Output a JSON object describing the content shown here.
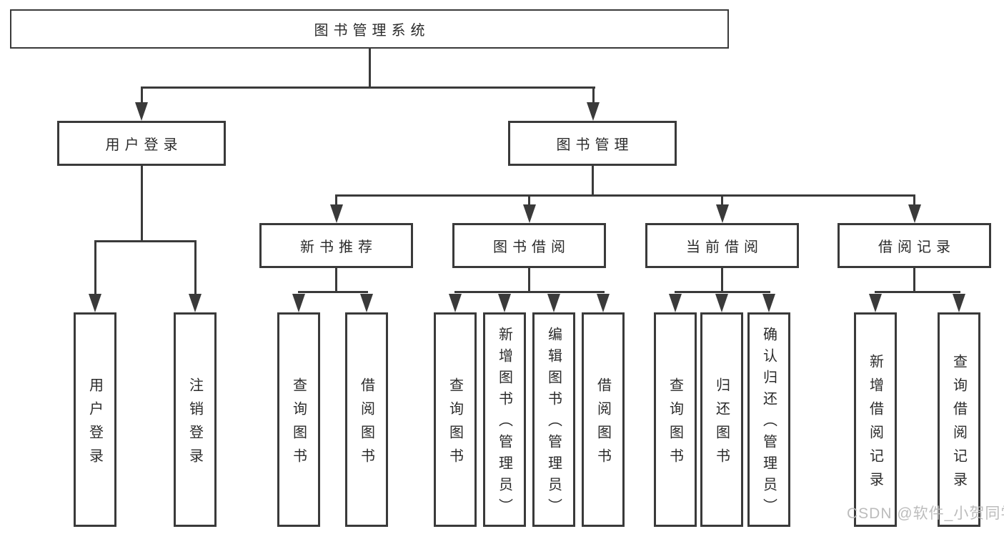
{
  "diagram": {
    "root": {
      "label": "图书管理系统"
    },
    "level2": [
      {
        "label": "用户登录"
      },
      {
        "label": "图书管理"
      }
    ],
    "level3": [
      {
        "label": "新书推荐"
      },
      {
        "label": "图书借阅"
      },
      {
        "label": "当前借阅"
      },
      {
        "label": "借阅记录"
      }
    ],
    "leaves": {
      "user_login": [
        "用户登录",
        "注销登录"
      ],
      "new_book": [
        "查询图书",
        "借阅图书"
      ],
      "book_borrow": [
        "查询图书",
        "新增图书（管理员）",
        "编辑图书（管理员）",
        "借阅图书"
      ],
      "current_borrow": [
        "查询图书",
        "归还图书",
        "确认归还（管理员）"
      ],
      "borrow_record": [
        "新增借阅记录",
        "查询借阅记录"
      ]
    },
    "watermark": "CSDN @软件_小贺同学",
    "colors": {
      "line": "#3a3a3a",
      "text": "#2b2b2b",
      "watermark": "#b9b9b9",
      "background": "#ffffff"
    }
  }
}
